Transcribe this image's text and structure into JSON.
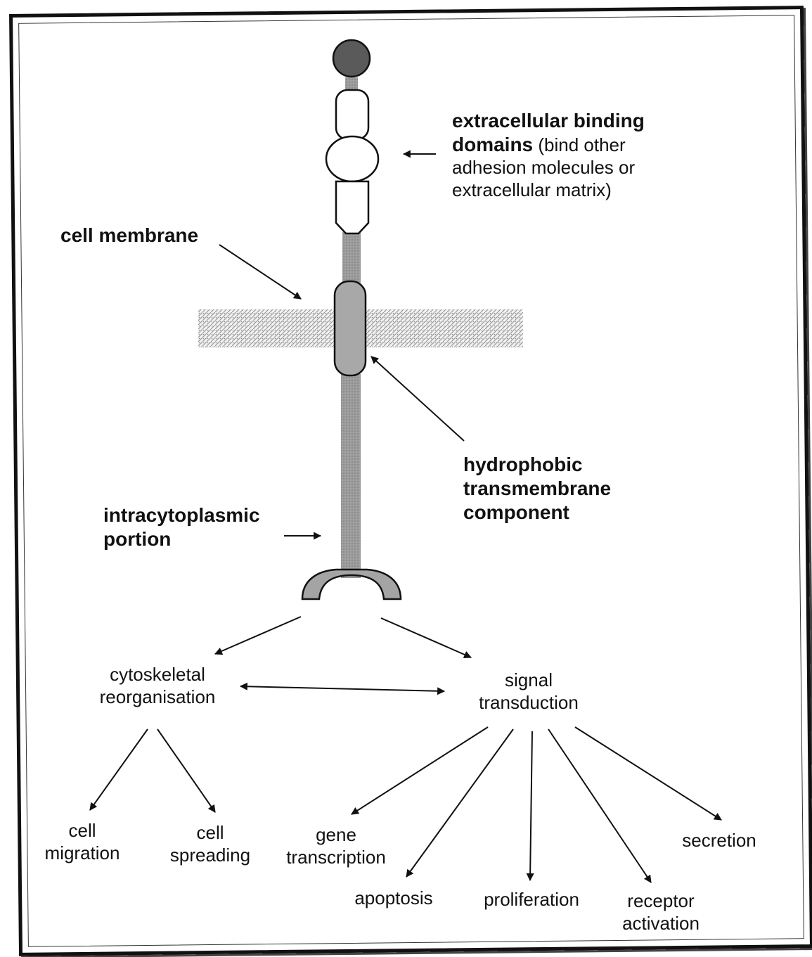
{
  "labels": {
    "extracellular_bold": "extracellular binding",
    "domains_bold": "domains",
    "domains_rest": " (bind other",
    "extracellular_line3": "adhesion molecules or",
    "extracellular_line4": "extracellular matrix)",
    "cell_membrane": "cell membrane",
    "hydrophobic_line1": "hydrophobic",
    "hydrophobic_line2": "transmembrane",
    "hydrophobic_line3": "component",
    "intracyto_line1": "intracytoplasmic",
    "intracyto_line2": "portion"
  },
  "outcomes": {
    "cytoskeletal_line1": "cytoskeletal",
    "cytoskeletal_line2": "reorganisation",
    "signal_line1": "signal",
    "signal_line2": "transduction",
    "cell_migration_line1": "cell",
    "cell_migration_line2": "migration",
    "cell_spreading_line1": "cell",
    "cell_spreading_line2": "spreading",
    "gene_line1": "gene",
    "gene_line2": "transcription",
    "apoptosis": "apoptosis",
    "proliferation": "proliferation",
    "receptor_line1": "receptor",
    "receptor_line2": "activation",
    "secretion": "secretion"
  }
}
